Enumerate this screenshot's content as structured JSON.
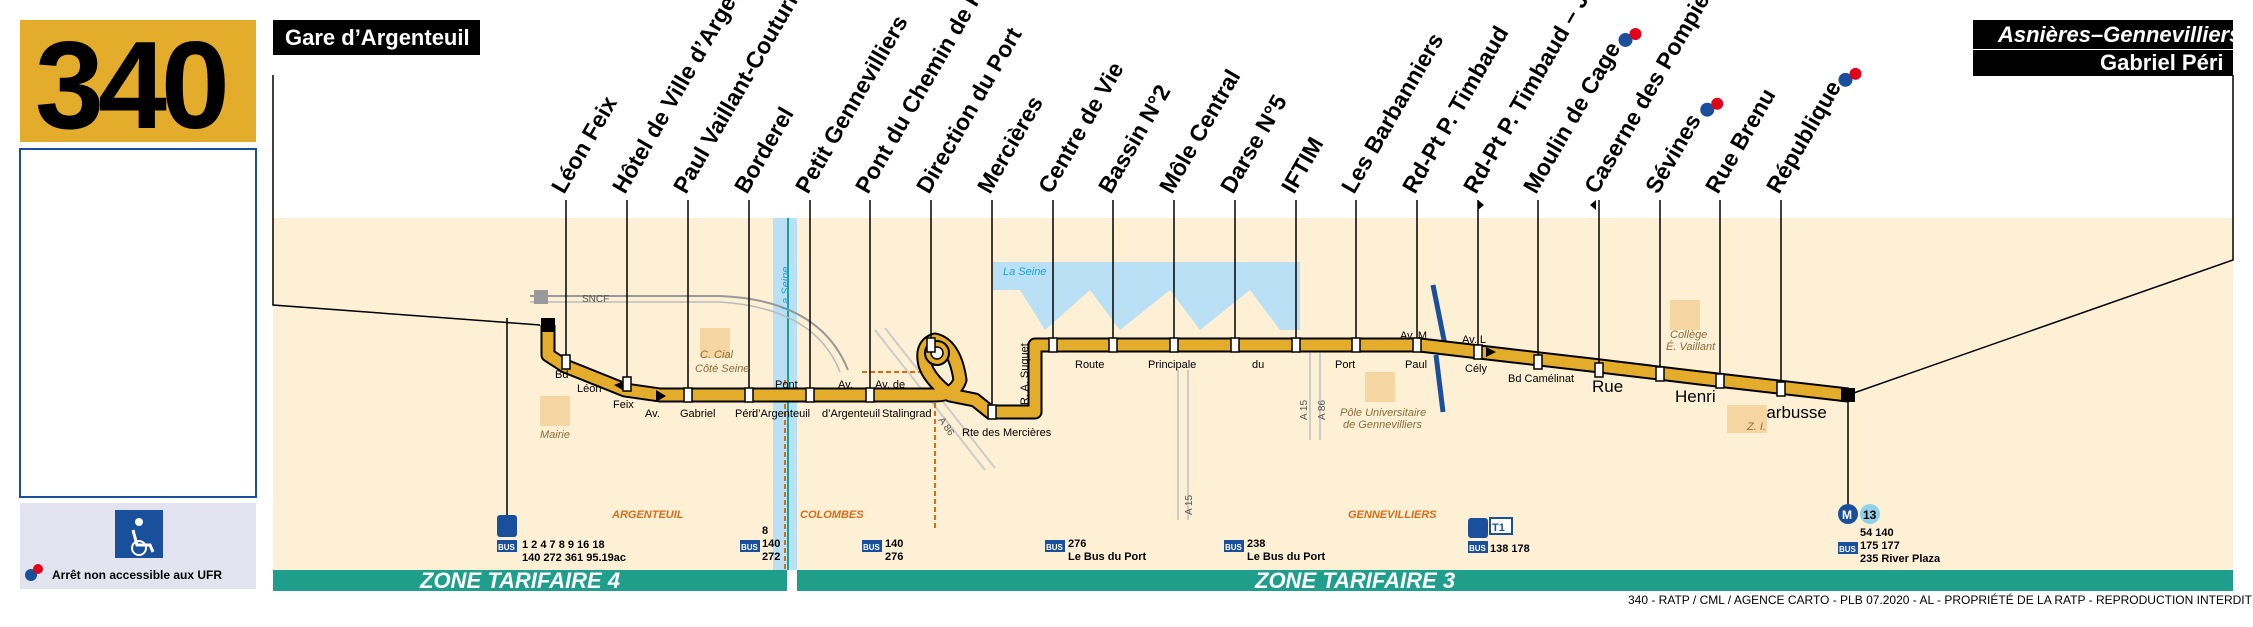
{
  "line": {
    "number": "340",
    "color": "#e3ac2b"
  },
  "termini": {
    "start": "Gare d’Argenteuil",
    "end_city": "Asnières–Gennevilliers",
    "end_stop": "Gabriel Péri"
  },
  "stops": [
    {
      "name": "Léon Feix"
    },
    {
      "name": "Hôtel de Ville d’Argenteuil"
    },
    {
      "name": "Paul Vaillant-Couturier"
    },
    {
      "name": "Borderel"
    },
    {
      "name": "Petit Gennevilliers"
    },
    {
      "name": "Pont du Chemin de Fer"
    },
    {
      "name": "Direction du Port"
    },
    {
      "name": "Mercières"
    },
    {
      "name": "Centre de Vie"
    },
    {
      "name": "Bassin N°2"
    },
    {
      "name": "Môle Central"
    },
    {
      "name": "Darse N°5"
    },
    {
      "name": "IFTIM"
    },
    {
      "name": "Les Barbanniers"
    },
    {
      "name": "Rd-Pt P. Timbaud"
    },
    {
      "name": "Rd-Pt P. Timbaud – J. Larose"
    },
    {
      "name": "Moulin de Cage"
    },
    {
      "name": "Caserne des Pompiers"
    },
    {
      "name": "Sévines"
    },
    {
      "name": "Rue Brenu"
    },
    {
      "name": "République"
    }
  ],
  "streets": {
    "bd": "Bd",
    "leon": "Léon",
    "feix": "Feix",
    "av": "Av.",
    "gabriel": "Gabriel",
    "peri": "Péri",
    "pont": "Pont",
    "d_arg_1": "d’Argenteuil",
    "av2": "Av.",
    "d_arg_2": "d’Argenteuil",
    "av_de": "Av. de",
    "stalingrad": "Stalingrad",
    "mercieres": "Rte des Mercières",
    "suquet": "R. A. Suquet",
    "route": "Route",
    "principale": "Principale",
    "du": "du",
    "port": "Port",
    "av_m": "Av. M",
    "paul": "Paul",
    "av_l": "Av. L",
    "cely": "Cély",
    "bd_camelinat": "Bd Camélinat",
    "rue": "Rue",
    "henri": "Henri",
    "barbusse": "Barbusse"
  },
  "places": {
    "sncf": "SNCF",
    "la_seine_v": "La Seine",
    "la_seine_h": "La Seine",
    "mairie": "Mairie",
    "c_cial_1": "C. Cial",
    "c_cial_2": "Côté Seine",
    "pole_1": "Pôle Universitaire",
    "pole_2": "de Gennevilliers",
    "college_1": "Collège",
    "college_2": "É. Vaillant",
    "zi": "Z. I.",
    "a15_1": "A 15",
    "a15_2": "A 15",
    "a86_1": "A 86",
    "a86_2": "A 86"
  },
  "communes": {
    "argenteuil": "ARGENTEUIL",
    "colombes": "COLOMBES",
    "gennevilliers": "GENNEVILLIERS"
  },
  "connections": {
    "c1_l1": "1 2 4 7 8 9 16 18",
    "c1_l2": "140 272 361 95.19ac",
    "c2_l1": "8",
    "c2_l2": "140",
    "c2_l3": "272",
    "c3_l1": "140",
    "c3_l2": "276",
    "c4_l1": "276",
    "c4_l2": "Le Bus du Port",
    "c5_l1": "238",
    "c5_l2": "Le Bus du Port",
    "c6_tram": "T1",
    "c6_l1": "138 178",
    "c7_metro": "13",
    "c7_l1": "54 140",
    "c7_l2": "175 177",
    "c7_l3": "235 River Plaza",
    "bus_badge": "BUS",
    "metro_badge": "M"
  },
  "zones": {
    "z4": "ZONE TARIFAIRE 4",
    "z3": "ZONE TARIFAIRE 3"
  },
  "legend": {
    "not_accessible": "Arrêt non accessible aux UFR"
  },
  "footer": "340 - RATP / CML / AGENCE CARTO - PLB 07.2020 - AL - PROPRIÉTÉ DE LA RATP - REPRODUCTION INTERDITE",
  "colors": {
    "route": "#e3ac2b",
    "land": "#fdf0d4",
    "water": "#b9e0f5",
    "zone": "#1f9e8c",
    "legend_bg": "#e3e3f0",
    "access_blue": "#1a4f9c"
  }
}
